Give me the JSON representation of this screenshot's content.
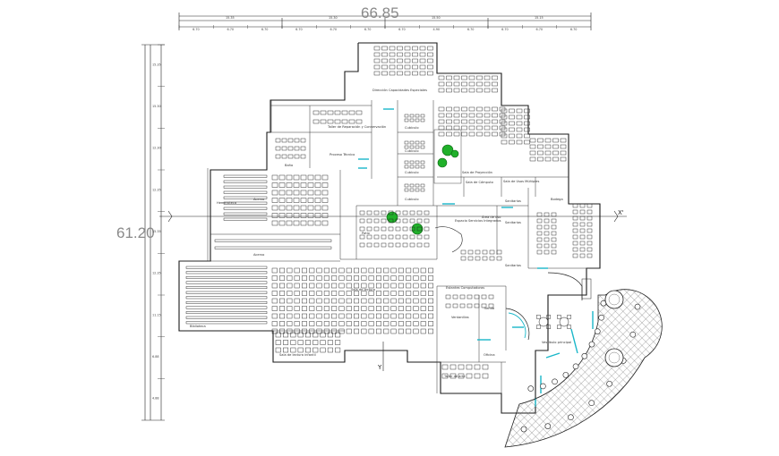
{
  "dimensions": {
    "overall_width": "66.85",
    "overall_height": "61.20",
    "top_row1": [
      "15.35",
      "15.30",
      "15.50",
      "15.15"
    ],
    "top_row2": [
      "6.70",
      "6.70",
      "6.70",
      "6.70",
      "6.70",
      "6.70",
      "6.70",
      "4.90",
      "6.70",
      "6.70",
      "6.70",
      "6.70"
    ],
    "left_ticks": [
      "15.35",
      "15.30",
      "12.30",
      "12.35",
      "15.35",
      "12.35",
      "11.15",
      "6.88",
      "4.88"
    ]
  },
  "axes": {
    "x": "X'",
    "y": "Y"
  },
  "rooms": {
    "direccion": "Dirección Capacidades Especiales",
    "taller": "Taller de Reparación y Conservación",
    "proceso": "Proceso Técnico",
    "cubiculo1": "Cubículo",
    "cubiculo2": "Cubículo",
    "cubiculo3": "Cubículo",
    "cubiculo4": "Cubículo",
    "sala_proyeccion": "Sala de Proyección",
    "sala_usos": "Sala de Usos Múltiples",
    "sala_computo": "Sala de Cómputo",
    "bodega": "Bodega",
    "acervo1": "Acervo",
    "acervo2": "Acervo",
    "hemeroteca": "Hemeroteca",
    "sala_lectura": "Sala de lectura",
    "estantes": "Estantes Computadoras",
    "vestibulo": "Vestíbulo principal",
    "taller_arte": "Taller de arte",
    "sala_lectura_inf": "Sala de lectura infantil",
    "ventanillas": "Ventanillas",
    "tienda": "Tienda",
    "oficina": "Oficina",
    "espacio": "Espacio Servicios Integrados",
    "area_uso": "Área de uso",
    "biblioteca": "Biblioteca",
    "sanitarios1": "Sanitarios",
    "sanitarios2": "Sanitarios",
    "sanitarios3": "Sanitarios",
    "patio": "Patio",
    "bano": "Baño"
  }
}
